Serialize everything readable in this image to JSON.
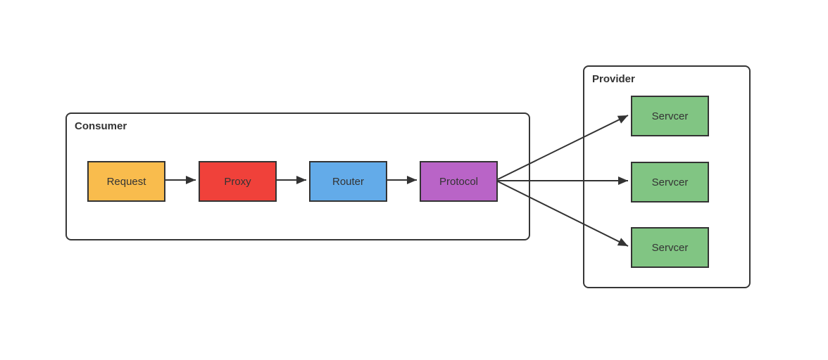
{
  "diagram": {
    "stroke_color": "#333333",
    "background_color": "#ffffff",
    "consumer": {
      "label": "Consumer",
      "nodes": [
        {
          "label": "Request",
          "color": "#f9bc4d"
        },
        {
          "label": "Proxy",
          "color": "#f0413a"
        },
        {
          "label": "Router",
          "color": "#63abe9"
        },
        {
          "label": "Protocol",
          "color": "#b964c7"
        }
      ]
    },
    "provider": {
      "label": "Provider",
      "nodes": [
        {
          "label": "Servcer",
          "color": "#81c583"
        },
        {
          "label": "Servcer",
          "color": "#81c583"
        },
        {
          "label": "Servcer",
          "color": "#81c583"
        }
      ]
    },
    "edges": [
      {
        "from": "Request",
        "to": "Proxy"
      },
      {
        "from": "Proxy",
        "to": "Router"
      },
      {
        "from": "Router",
        "to": "Protocol"
      },
      {
        "from": "Protocol",
        "to": "Servcer-1"
      },
      {
        "from": "Protocol",
        "to": "Servcer-2"
      },
      {
        "from": "Protocol",
        "to": "Servcer-3"
      }
    ]
  }
}
